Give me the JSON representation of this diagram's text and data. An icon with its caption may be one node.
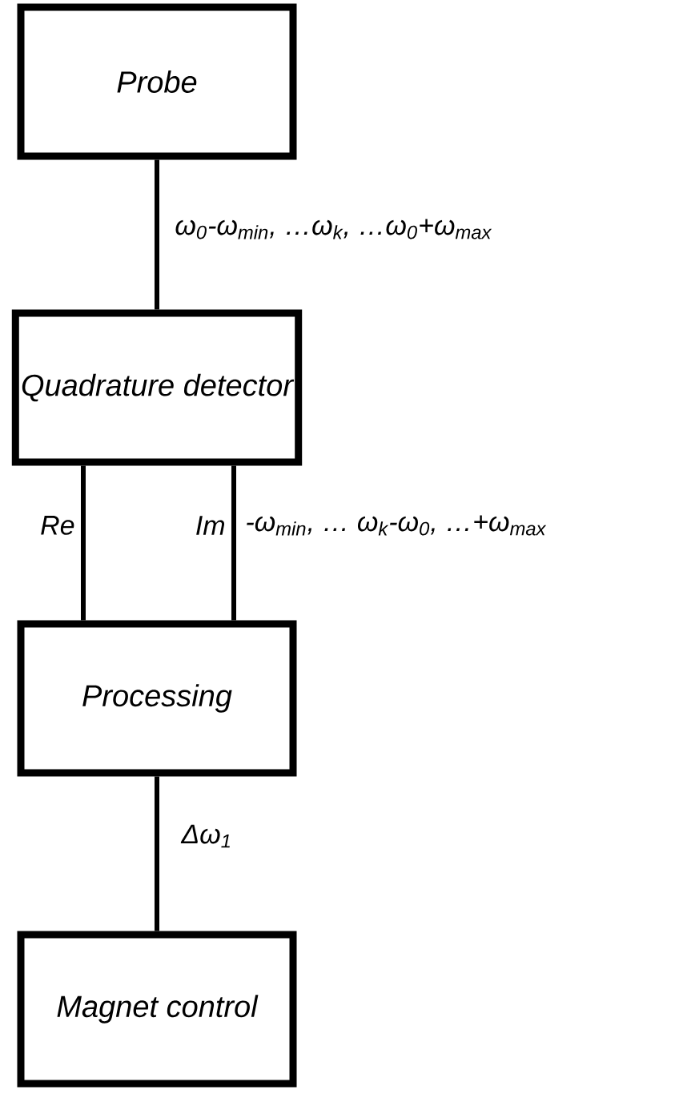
{
  "diagram": {
    "nodes": [
      {
        "text": [
          "Probe"
        ]
      },
      {
        "text": [
          "Quadrature detector"
        ]
      },
      {
        "text": [
          "Processing"
        ]
      },
      {
        "text": [
          "Magnet control"
        ]
      }
    ],
    "edges": [
      {
        "from": 0,
        "to": 1,
        "arrow": "none",
        "label": "ω$_{0}$-ω$_{min}$, …ω$_{k}$, …ω$_{0}$+ω$_{max}$"
      },
      {
        "from": 1,
        "to": 2,
        "arrow": "none",
        "label": "Re"
      },
      {
        "from": 1,
        "to": 2,
        "arrow": "none",
        "label": "Im"
      },
      {
        "from": 2,
        "to": 3,
        "arrow": "none",
        "label": "Δω$_{1}$"
      }
    ],
    "labels": [
      "-ω$_{min}$, … ω$_{k}$-ω$_{0}$, …+ω$_{max}$"
    ]
  }
}
